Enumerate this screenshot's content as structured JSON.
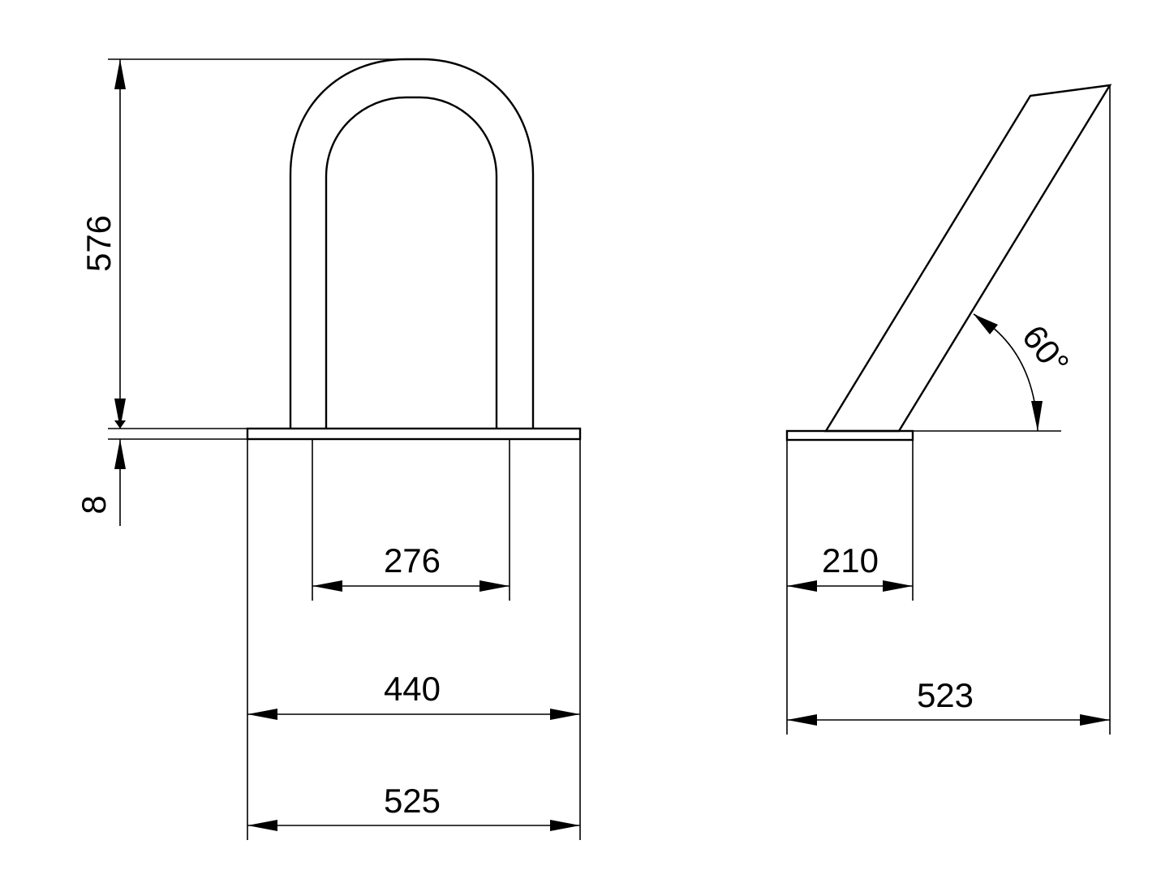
{
  "dimensions": {
    "height_total": "576",
    "base_thickness": "8",
    "tube_inner_spacing": "276",
    "tube_outer_width": "440",
    "base_width": "525",
    "side_base_depth": "210",
    "side_total_depth": "523",
    "angle": "60°"
  },
  "colors": {
    "line": "#000000",
    "background": "#ffffff"
  }
}
